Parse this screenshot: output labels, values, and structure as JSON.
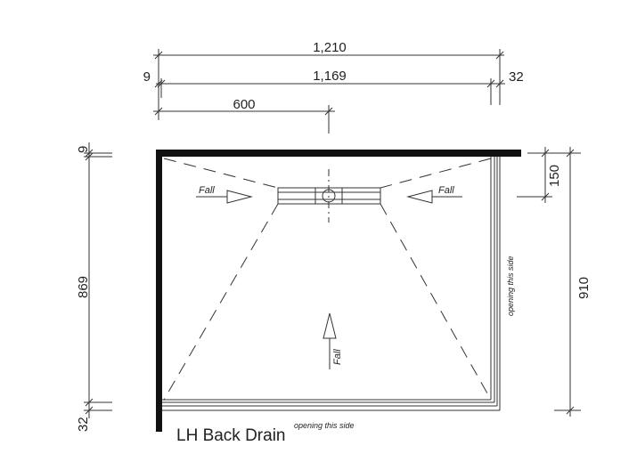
{
  "title": "LH Back Drain",
  "dimensions": {
    "overall_width": "1,210",
    "inner_width": "1,169",
    "left_offset": "9",
    "right_offset": "32",
    "drain_position": "600",
    "top_offset": "9",
    "inner_depth": "869",
    "bottom_offset": "32",
    "overall_depth": "910",
    "drain_depth": "150"
  },
  "labels": {
    "fall_left": "Fall",
    "fall_right": "Fall",
    "fall_bottom": "Fall",
    "opening_right": "opening this side",
    "opening_bottom": "opening this side"
  }
}
